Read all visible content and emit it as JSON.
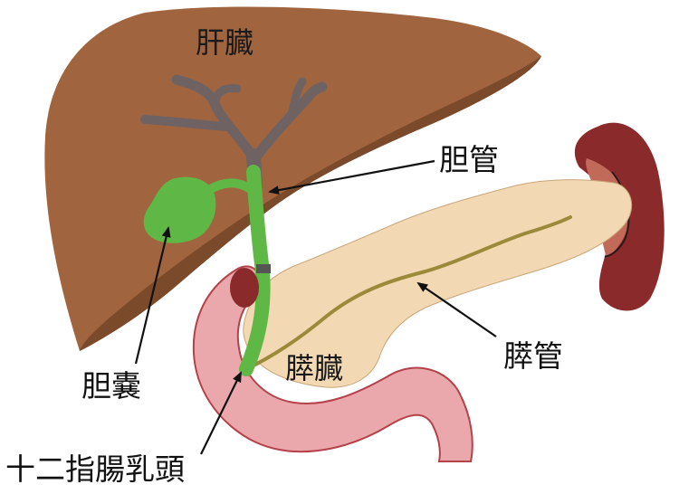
{
  "labels": {
    "liver": "肝臓",
    "bile_duct": "胆管",
    "gallbladder": "胆嚢",
    "pancreas": "膵臓",
    "pancreatic_duct": "膵管",
    "duodenal_papilla": "十二指腸乳頭"
  },
  "colors": {
    "liver": "#a0653e",
    "liver_shadow": "#7a4a2a",
    "hepatic_ducts": "#6f6262",
    "gallbladder_bile_duct": "#5fb845",
    "pancreas": "#f2d9b3",
    "pancreatic_duct": "#9a8a3a",
    "spleen": "#8b2a2a",
    "spleen_hilum": "#c26a5a",
    "duodenum": "#eaa8ad",
    "duodenum_outline": "#b3424a",
    "arrow": "#111111"
  },
  "icons": {
    "pointer": "arrow-icon"
  }
}
